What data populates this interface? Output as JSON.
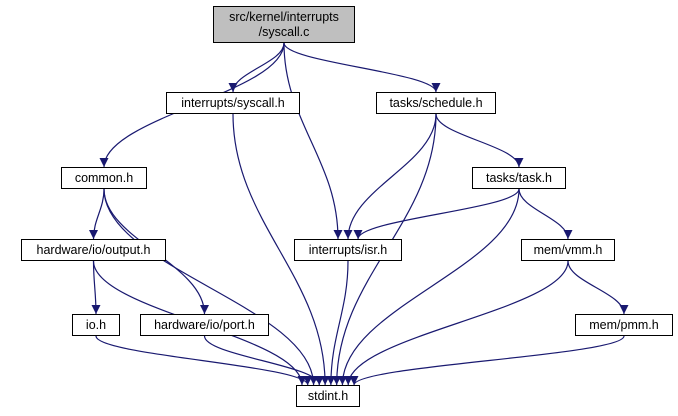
{
  "graph": {
    "root": {
      "line1": "src/kernel/interrupts",
      "line2": "/syscall.c"
    },
    "nodes": {
      "interrupts_syscall_h": "interrupts/syscall.h",
      "tasks_schedule_h": "tasks/schedule.h",
      "common_h": "common.h",
      "tasks_task_h": "tasks/task.h",
      "hardware_io_output_h": "hardware/io/output.h",
      "interrupts_isr_h": "interrupts/isr.h",
      "mem_vmm_h": "mem/vmm.h",
      "io_h": "io.h",
      "hardware_io_port_h": "hardware/io/port.h",
      "mem_pmm_h": "mem/pmm.h",
      "stdint_h": "stdint.h"
    },
    "colors": {
      "edge": "#191970",
      "root_fill": "#bfbfbf",
      "node_fill": "#ffffff",
      "border": "#000000"
    },
    "edges": [
      [
        "root",
        "interrupts_syscall_h"
      ],
      [
        "root",
        "tasks_schedule_h"
      ],
      [
        "root",
        "common_h"
      ],
      [
        "root",
        "interrupts_isr_h"
      ],
      [
        "interrupts_syscall_h",
        "stdint_h"
      ],
      [
        "tasks_schedule_h",
        "tasks_task_h"
      ],
      [
        "tasks_schedule_h",
        "interrupts_isr_h"
      ],
      [
        "tasks_schedule_h",
        "stdint_h"
      ],
      [
        "common_h",
        "hardware_io_output_h"
      ],
      [
        "common_h",
        "hardware_io_port_h"
      ],
      [
        "common_h",
        "stdint_h"
      ],
      [
        "tasks_task_h",
        "interrupts_isr_h"
      ],
      [
        "tasks_task_h",
        "mem_vmm_h"
      ],
      [
        "tasks_task_h",
        "stdint_h"
      ],
      [
        "hardware_io_output_h",
        "io_h"
      ],
      [
        "hardware_io_output_h",
        "stdint_h"
      ],
      [
        "interrupts_isr_h",
        "stdint_h"
      ],
      [
        "mem_vmm_h",
        "mem_pmm_h"
      ],
      [
        "mem_vmm_h",
        "stdint_h"
      ],
      [
        "io_h",
        "stdint_h"
      ],
      [
        "hardware_io_port_h",
        "stdint_h"
      ],
      [
        "mem_pmm_h",
        "stdint_h"
      ]
    ]
  }
}
